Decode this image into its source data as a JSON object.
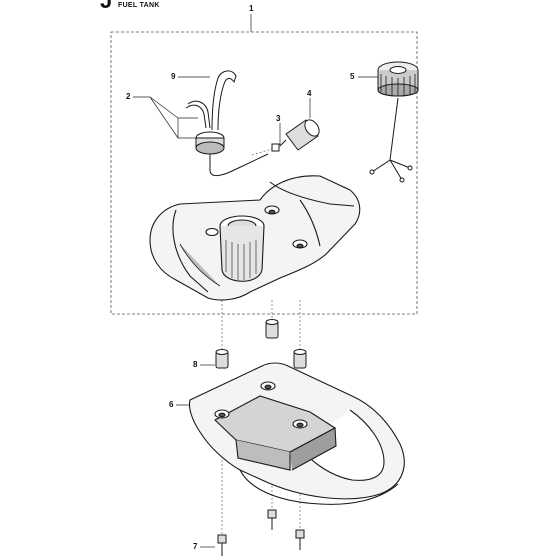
{
  "header": {
    "section_letter": "J",
    "title": "FUEL TANK"
  },
  "callouts": {
    "c1": "1",
    "c2": "2",
    "c3": "3",
    "c4": "4",
    "c5": "5",
    "c6": "6",
    "c7": "7",
    "c8": "8",
    "c9": "9"
  },
  "colors": {
    "line": "#1a1a1a",
    "frame": "#555555",
    "shade": "#bdbdbd"
  }
}
